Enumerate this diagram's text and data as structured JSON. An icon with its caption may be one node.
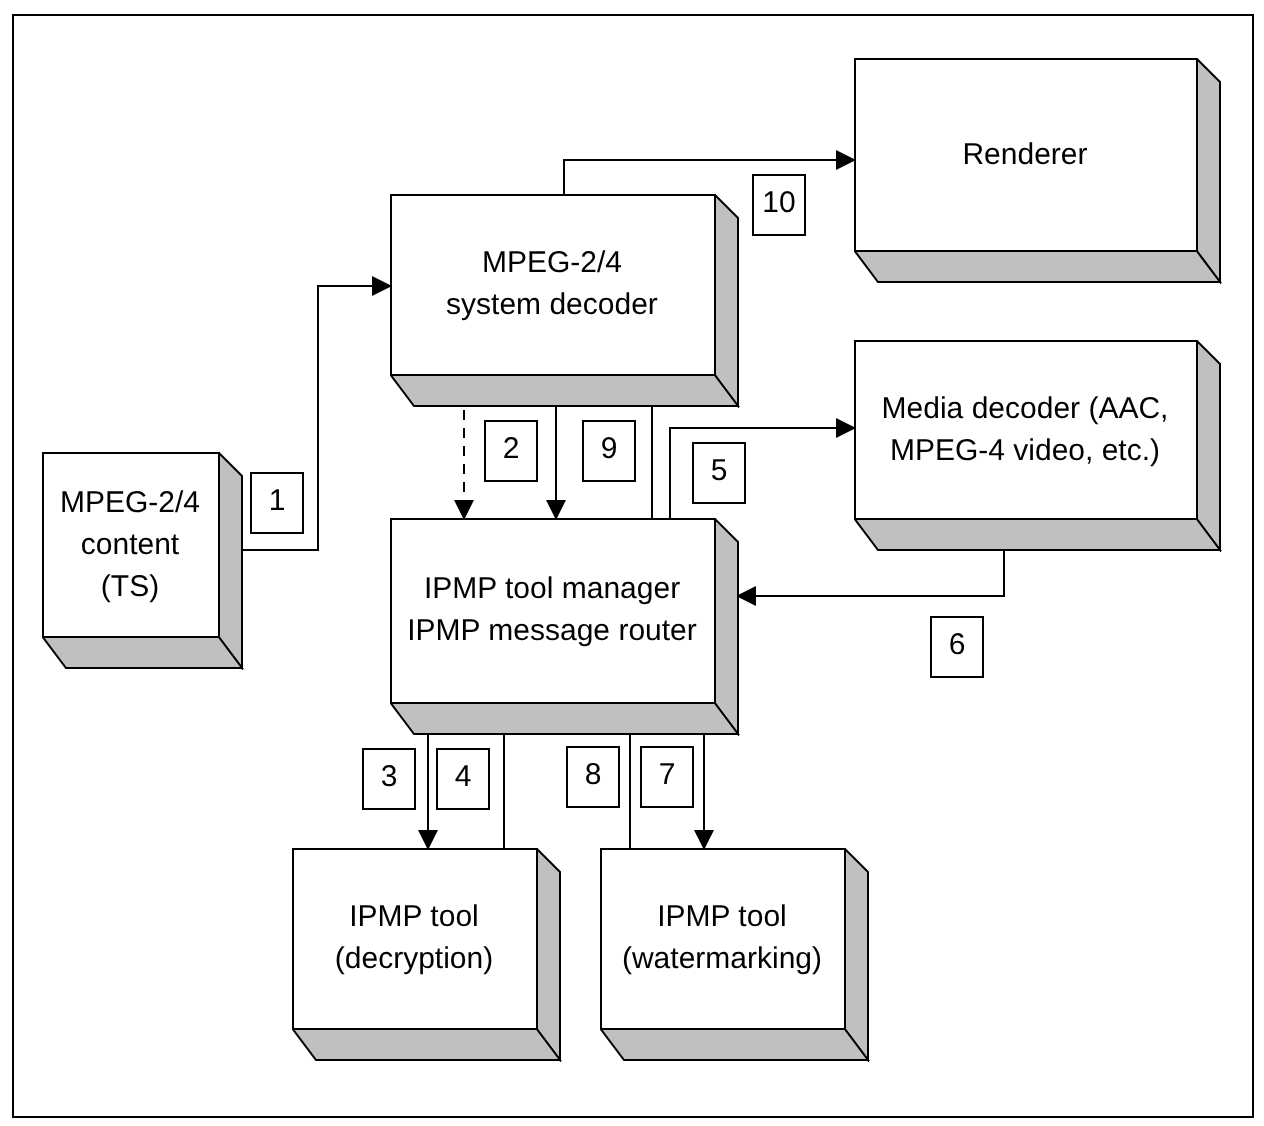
{
  "diagram": {
    "nodes": [
      {
        "text": [
          "Renderer"
        ]
      },
      {
        "text": [
          "MPEG-2/4 system decoder"
        ]
      },
      {
        "text": [
          "Media decoder (AAC, MPEG-4 video, etc.)"
        ]
      },
      {
        "text": [
          "MPEG-2/4 content (TS)"
        ]
      },
      {
        "text": [
          "IPMP tool manager",
          "IPMP message router"
        ]
      },
      {
        "text": [
          "IPMP tool (decryption)"
        ]
      },
      {
        "text": [
          "IPMP tool (watermarking)"
        ]
      }
    ],
    "edges": [
      {
        "from": 3,
        "to": 1,
        "arrow": "to",
        "label": "1"
      },
      {
        "from": 1,
        "to": 4,
        "arrow": "to",
        "style": "dashed",
        "label": "2"
      },
      {
        "from": 1,
        "to": 4,
        "arrow": "to"
      },
      {
        "from": 4,
        "to": 5,
        "arrow": "to",
        "label": "3"
      },
      {
        "from": 5,
        "to": 4,
        "arrow": "to",
        "label": "4"
      },
      {
        "from": 4,
        "to": 2,
        "arrow": "to",
        "label": "5"
      },
      {
        "from": 2,
        "to": 4,
        "arrow": "to",
        "label": "6"
      },
      {
        "from": 4,
        "to": 6,
        "arrow": "to",
        "label": "7"
      },
      {
        "from": 6,
        "to": 4,
        "arrow": "to",
        "label": "8"
      },
      {
        "from": 4,
        "to": 1,
        "arrow": "to",
        "label": "9"
      },
      {
        "from": 1,
        "to": 0,
        "arrow": "to",
        "label": "10"
      }
    ]
  }
}
